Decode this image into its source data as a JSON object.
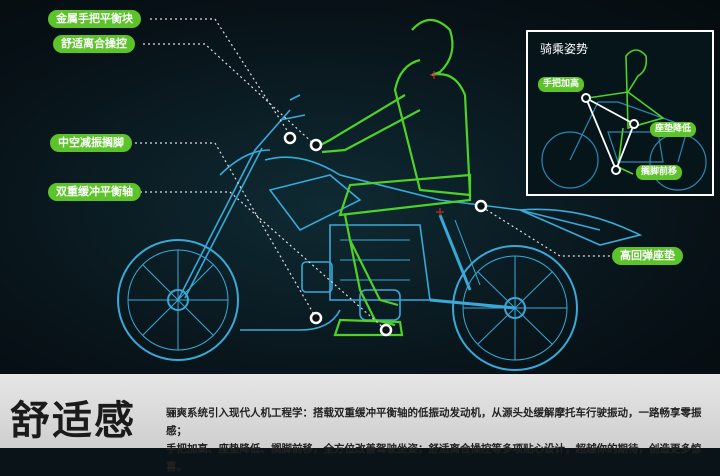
{
  "callouts": {
    "metal_handlebar_weight": "金属手把平衡块",
    "comfort_clutch": "舒适离合操控",
    "hollow_footrest": "中空减振搁脚",
    "dual_balance_shaft": "双重缓冲平衡轴",
    "high_rebound_seat": "高回弹座垫"
  },
  "inset": {
    "title": "骑乘姿势",
    "handlebar_raise": "手把加高",
    "seat_lower": "座垫降低",
    "footrest_forward": "搁脚前移"
  },
  "banner": {
    "title": "舒适感",
    "desc_line1": "骊爽系统引入现代人机工程学：搭载双重缓冲平衡轴的低振动发动机，从源头处缓解摩托车行驶振动，一路畅享零振感；",
    "desc_line2": "手把加高、座垫降低、搁脚前移，全方位改善驾驶坐姿；舒适离合操控等多项贴心设计，超越你的期待，创造更多惊喜。"
  },
  "colors": {
    "accent_green": "#5cc32a",
    "wireframe_blue": "#39a9d8",
    "rider_green": "#4ed128",
    "banner_bg": "#d9d9d9"
  }
}
